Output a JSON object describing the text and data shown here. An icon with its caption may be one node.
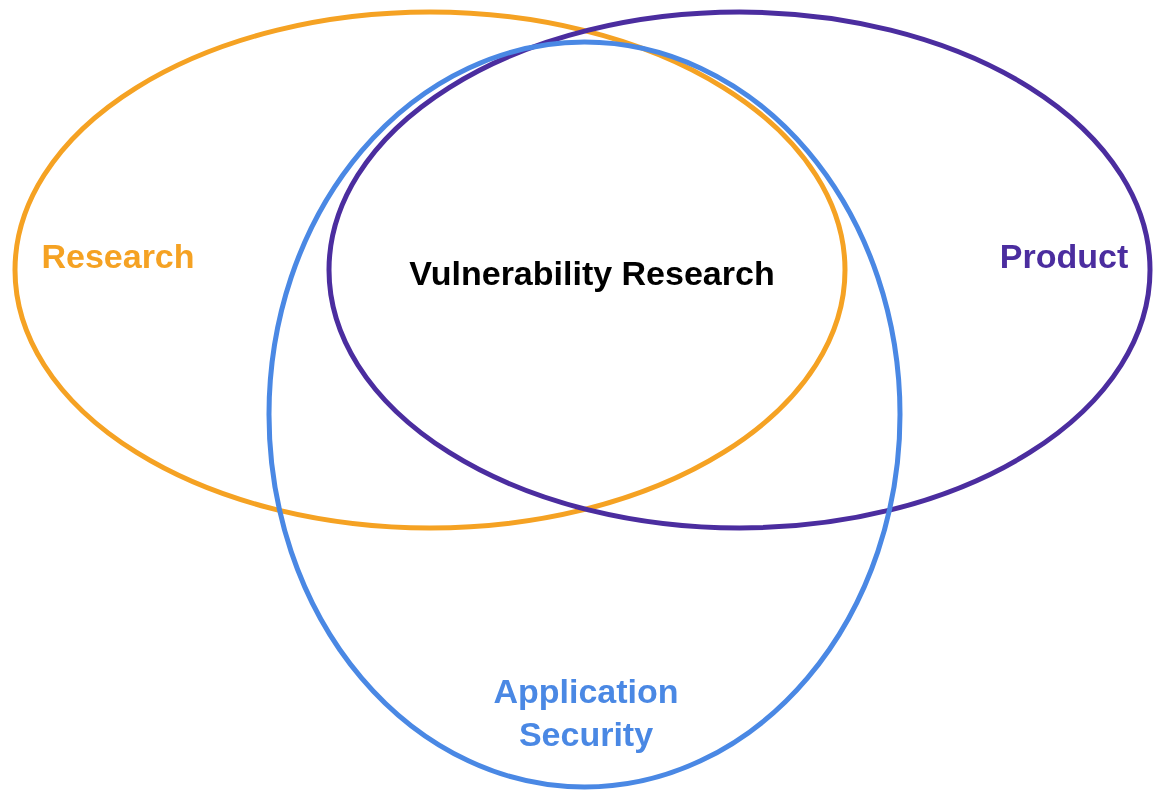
{
  "diagram": {
    "nodes": [
      {
        "text": [
          "Research"
        ]
      },
      {
        "text": [
          "Product"
        ]
      },
      {
        "text": [
          "Application Security"
        ]
      }
    ],
    "labels": [
      "Vulnerability Research"
    ]
  }
}
